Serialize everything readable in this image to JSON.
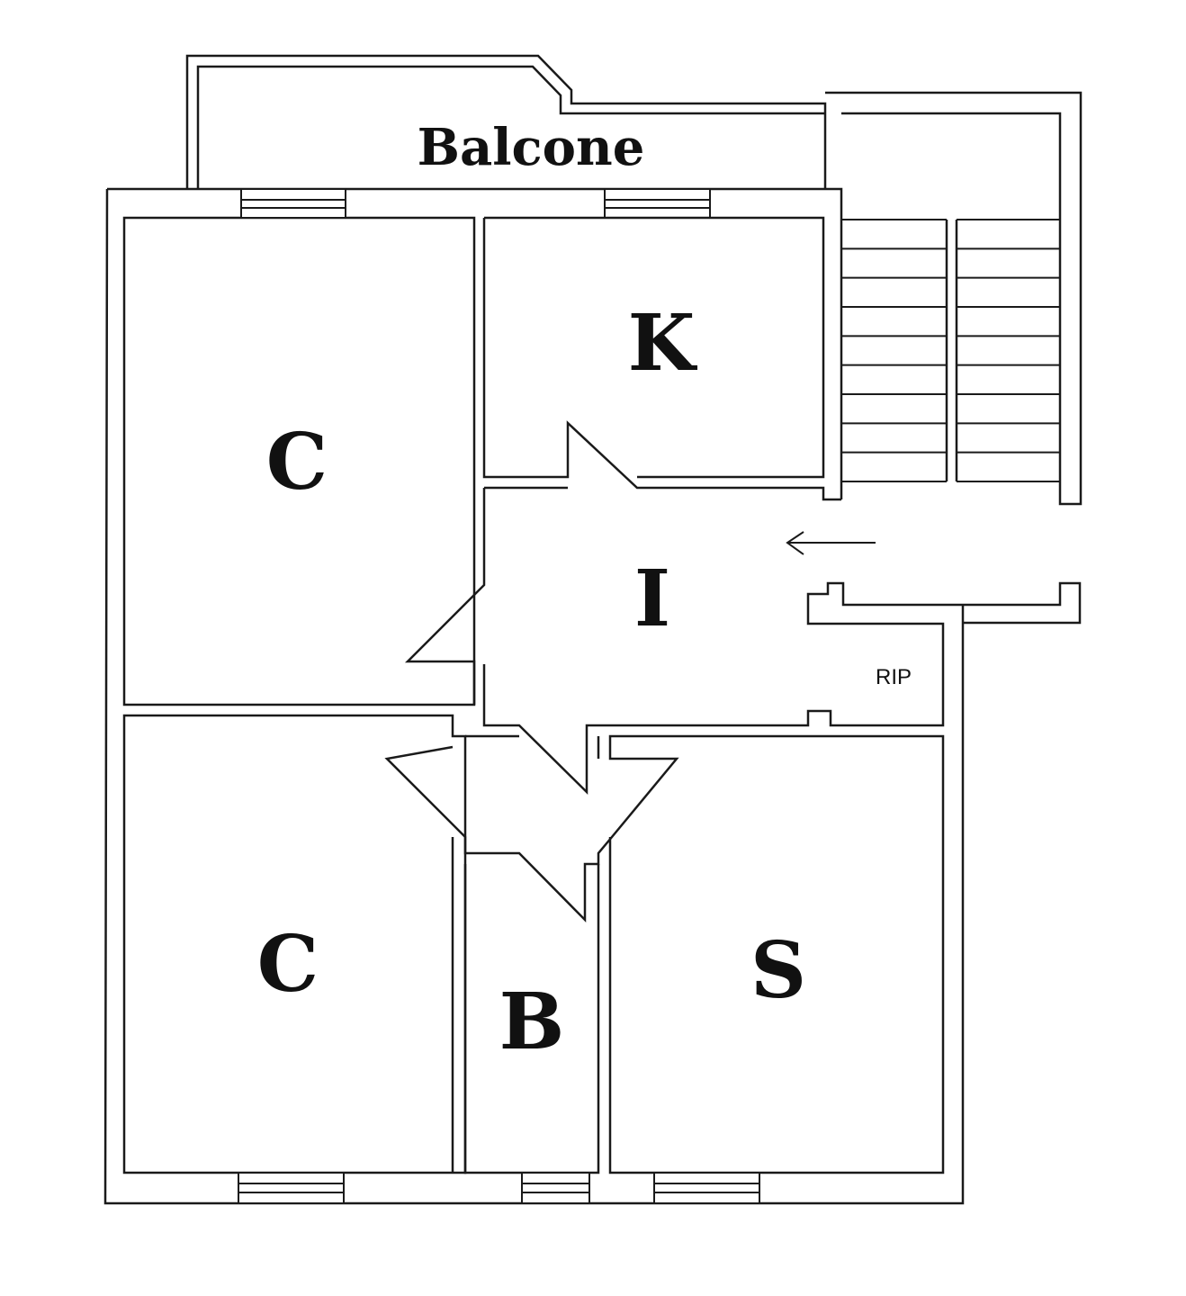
{
  "plan": {
    "labels": {
      "balcone": "Balcone",
      "kitchen": "K",
      "bedroom_top": "C",
      "hall": "I",
      "storage": "RIP",
      "bedroom_bottom": "C",
      "bath": "B",
      "living": "S"
    },
    "stair_steps": 9
  },
  "colors": {
    "line": "#1a1a1a",
    "background": "#ffffff"
  }
}
